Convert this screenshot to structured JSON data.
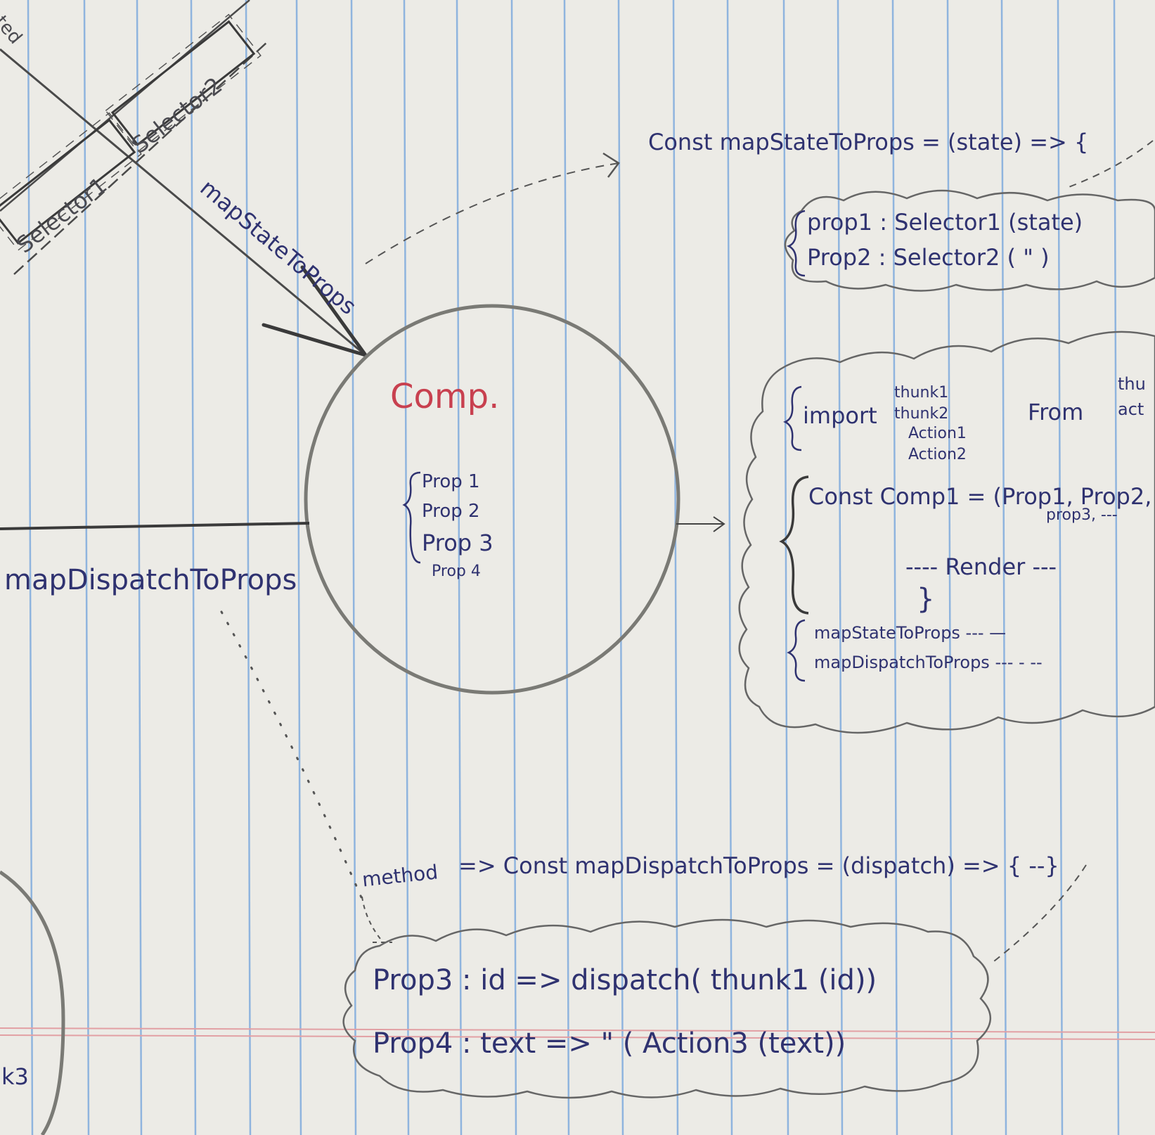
{
  "component": {
    "title": "Comp.",
    "props": [
      "Prop 1",
      "Prop 2",
      "Prop 3",
      "Prop 4"
    ]
  },
  "top_left": {
    "corner_text": "ted",
    "selector_1": "Selector1",
    "selector_2": "Selector2",
    "arrow_label": "mapStateToProps"
  },
  "left_line_label": "mapDispatchToProps",
  "state_block": {
    "header": "Const mapStateToProps = (state) => {",
    "lines": [
      "prop1 : Selector1 (state)",
      "Prop2 : Selector2 ( \" )"
    ]
  },
  "component_block": {
    "import_kw": "import",
    "imports": [
      "thunk1",
      "thunk2",
      "Action1",
      "Action2"
    ],
    "from_kw": "From",
    "sources": [
      "thu",
      "act"
    ],
    "const_line": "Const Comp1 = (Prop1, Prop2,",
    "const_line2": "prop3, ---",
    "render": "---- Render ---",
    "close": "}",
    "exports": [
      "mapStateToProps ---  —",
      "mapDispatchToProps --- - --"
    ]
  },
  "dispatch_block": {
    "method": "method",
    "header": "=> Const mapDispatchToProps = (dispatch) => { --}",
    "lines": [
      "Prop3 : id => dispatch( thunk1 (id))",
      "Prop4 : text =>  \"  ( Action3 (text))"
    ]
  },
  "bottom_left": "k3",
  "colors": {
    "paper": "#ecebe6",
    "ruled_line": "#8fb4de",
    "margin_line": "#e2a0a4",
    "ink_blue": "#2f3270",
    "pencil": "#7a7a75",
    "red_ink": "#c8404f"
  }
}
